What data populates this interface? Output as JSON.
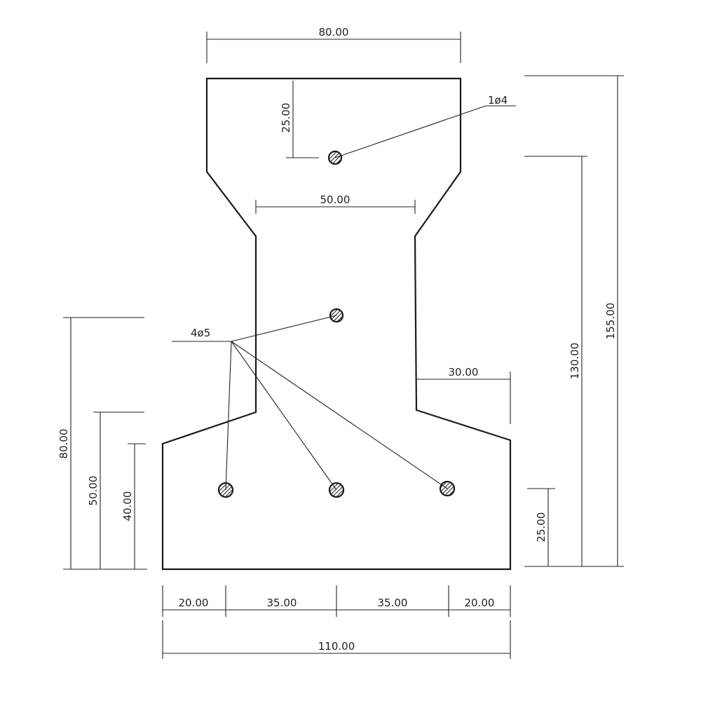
{
  "section": {
    "dimensions": {
      "top_flange_width": "80.00",
      "web_width": "50.00",
      "top_bar_cover": "25.00",
      "haunch_width": "30.00",
      "total_height": "155.00",
      "height_to_top_bar": "130.00",
      "bottom_bar_cover": "25.00",
      "left_height_80": "80.00",
      "left_height_50": "50.00",
      "left_height_40": "40.00",
      "bottom_seg_1": "20.00",
      "bottom_seg_2": "35.00",
      "bottom_seg_3": "35.00",
      "bottom_seg_4": "20.00",
      "bottom_total": "110.00"
    },
    "rebar_labels": {
      "top": "1ø4",
      "bottom": "4ø5"
    }
  }
}
